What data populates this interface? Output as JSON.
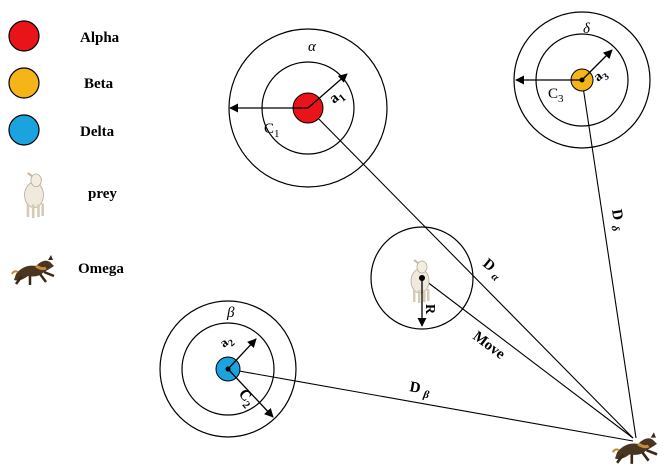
{
  "legend": {
    "alpha": "Alpha",
    "beta": "Beta",
    "delta": "Delta",
    "prey": "prey",
    "omega": "Omega"
  },
  "colors": {
    "alpha": "#e8141a",
    "beta": "#f5b418",
    "delta": "#1ba3e0",
    "line": "#000000"
  },
  "alpha_group": {
    "greek": "α",
    "a_label": "a",
    "a_sub": "1",
    "c_label": "C",
    "c_sub": "1"
  },
  "delta_group": {
    "greek": "δ",
    "a_label": "a",
    "a_sub": "3",
    "c_label": "C",
    "c_sub": "3"
  },
  "beta_group": {
    "greek": "β",
    "a_label": "a",
    "a_sub": "2",
    "c_label": "C",
    "c_sub": "2"
  },
  "prey_group": {
    "r_label": "R",
    "move_label": "Move"
  },
  "distances": {
    "d_alpha": "D",
    "d_alpha_sub": "α",
    "d_beta": "D",
    "d_beta_sub": "β",
    "d_delta": "D",
    "d_delta_sub": "δ"
  },
  "icons": {
    "prey": "lamb-icon",
    "omega": "wolf-icon"
  }
}
